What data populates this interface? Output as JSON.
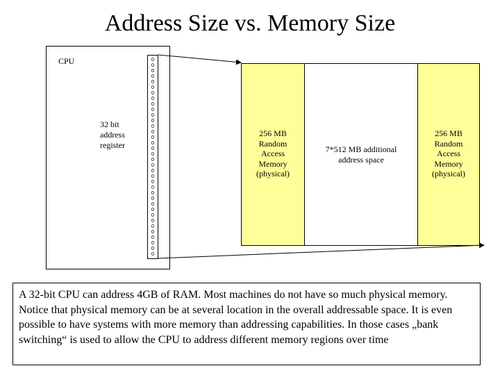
{
  "title": "Address Size vs. Memory Size",
  "cpu": {
    "label": "CPU",
    "register_label": [
      "32 bit",
      "address",
      "register"
    ],
    "register_bit": "0",
    "register_bit_count": 36
  },
  "memory": {
    "segments": [
      {
        "kind": "ram",
        "color": "#ffff99",
        "lines": [
          "256 MB",
          "Random",
          "Access",
          "Memory",
          "(physical)"
        ]
      },
      {
        "kind": "address-space",
        "color": "#ffffff",
        "lines": [
          "7*512 MB additional",
          "address space"
        ]
      },
      {
        "kind": "ram",
        "color": "#ffff99",
        "lines": [
          "256 MB",
          "Random",
          "Access",
          "Memory",
          "(physical)"
        ]
      }
    ]
  },
  "description": "A 32-bit CPU can address 4GB of RAM. Most machines do not have so much physical memory. Notice that physical memory can be at several location in the overall addressable space. It is even possible to have systems with more memory than addressing capabilities. In those cases „bank switching“ is used to allow the CPU to address different memory regions over time"
}
